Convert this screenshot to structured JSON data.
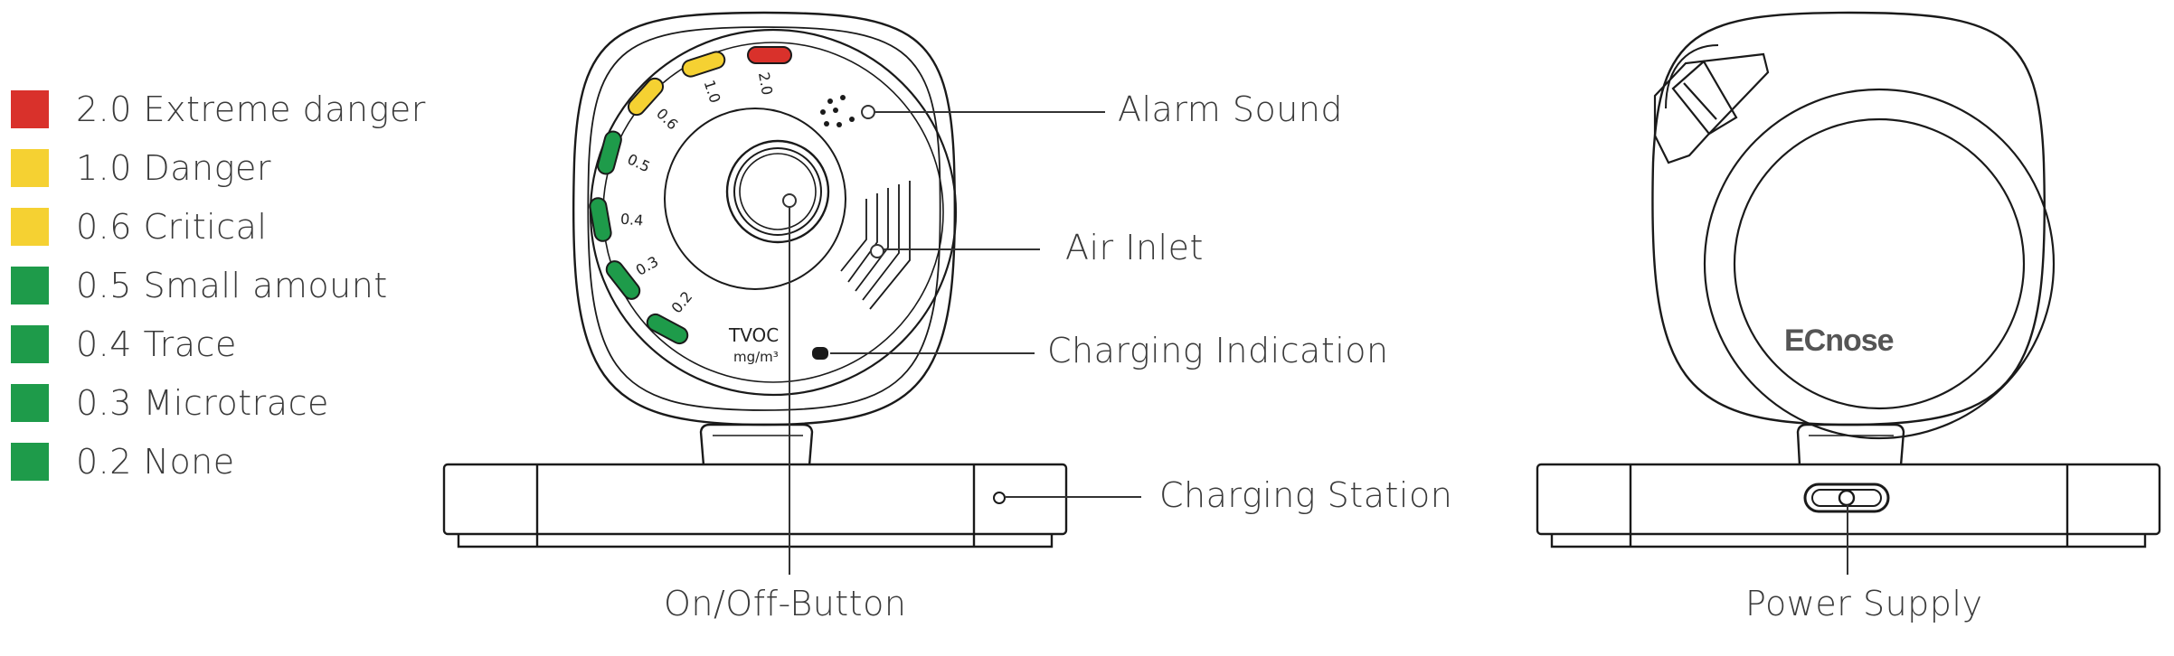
{
  "legend": {
    "items": [
      {
        "value": "2.0",
        "label": "2.0 Extreme danger",
        "color": "#d9312b"
      },
      {
        "value": "1.0",
        "label": "1.0 Danger",
        "color": "#f5d132"
      },
      {
        "value": "0.6",
        "label": "0.6 Critical",
        "color": "#f5d132"
      },
      {
        "value": "0.5",
        "label": "0.5 Small amount",
        "color": "#1e9b4a"
      },
      {
        "value": "0.4",
        "label": "0.4 Trace",
        "color": "#1e9b4a"
      },
      {
        "value": "0.3",
        "label": "0.3 Microtrace",
        "color": "#1e9b4a"
      },
      {
        "value": "0.2",
        "label": "0.2 None",
        "color": "#1e9b4a"
      }
    ]
  },
  "front_device": {
    "dial_labels": [
      "2.0",
      "1.0",
      "0.6",
      "0.5",
      "0.4",
      "0.3",
      "0.2"
    ],
    "unit_title": "TVOC",
    "unit": "mg/m³"
  },
  "back_device": {
    "brand": "ECnose"
  },
  "callouts": {
    "alarm_sound": "Alarm Sound",
    "air_inlet": "Air Inlet",
    "charging_indication": "Charging Indication",
    "charging_station": "Charging Station",
    "on_off_button": "On/Off-Button",
    "power_supply": "Power Supply"
  }
}
